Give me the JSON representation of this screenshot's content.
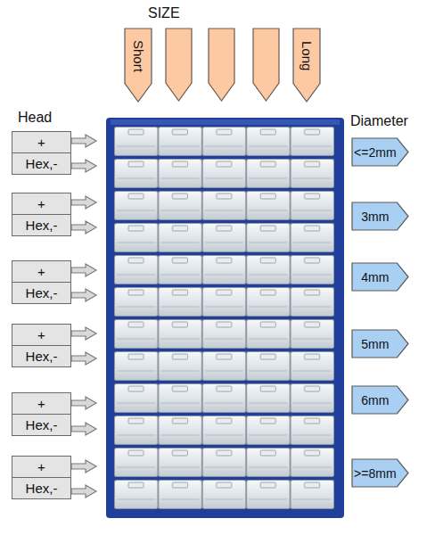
{
  "diagram": {
    "nodes": [
      {
        "text": [
          "Short"
        ]
      },
      {
        "text": [
          "Long"
        ]
      },
      {
        "text": [
          "+"
        ]
      },
      {
        "text": [
          "Hex,-"
        ]
      },
      {
        "text": [
          "<=2mm"
        ]
      },
      {
        "text": [
          "+"
        ]
      },
      {
        "text": [
          "Hex,-"
        ]
      },
      {
        "text": [
          "3mm"
        ]
      },
      {
        "text": [
          "+"
        ]
      },
      {
        "text": [
          "Hex,-"
        ]
      },
      {
        "text": [
          "4mm"
        ]
      },
      {
        "text": [
          "+"
        ]
      },
      {
        "text": [
          "Hex,-"
        ]
      },
      {
        "text": [
          "5mm"
        ]
      },
      {
        "text": [
          "+"
        ]
      },
      {
        "text": [
          "Hex,-"
        ]
      },
      {
        "text": [
          "6mm"
        ]
      },
      {
        "text": [
          "+"
        ]
      },
      {
        "text": [
          "Hex,-"
        ]
      },
      {
        "text": [
          ">=8mm"
        ]
      }
    ],
    "labels": [
      "SIZE",
      "Head",
      "Diameter"
    ]
  }
}
